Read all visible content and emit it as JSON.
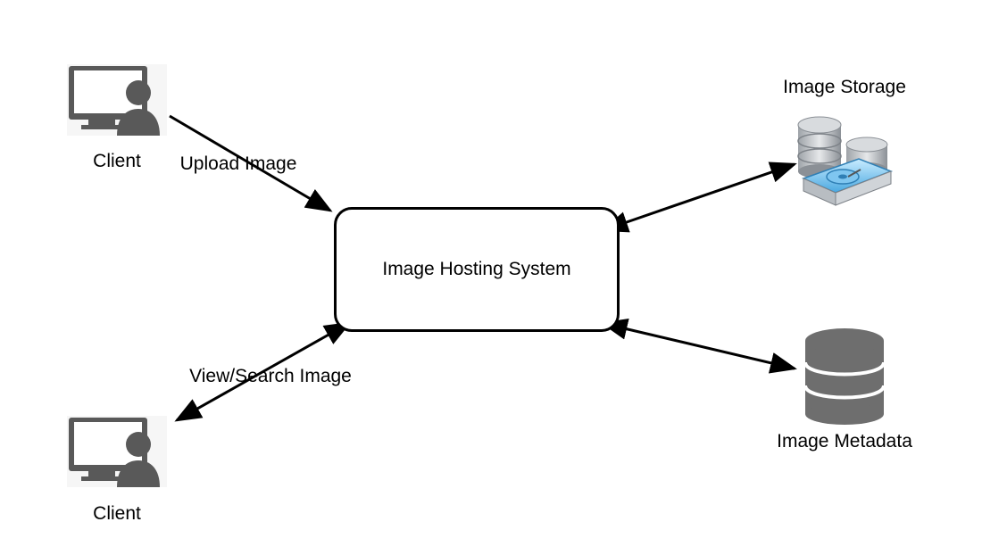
{
  "diagram": {
    "hub": {
      "label": "Image Hosting System"
    },
    "clients": [
      {
        "label": "Client",
        "icon": "client-computer-icon"
      },
      {
        "label": "Client",
        "icon": "client-computer-icon"
      }
    ],
    "stores": {
      "storage": {
        "label": "Image Storage",
        "icon": "storage-drives-icon"
      },
      "metadata": {
        "label": "Image Metadata",
        "icon": "database-icon"
      }
    },
    "edges": {
      "upload": {
        "label": "Upload Image",
        "direction": "one-way"
      },
      "view_search": {
        "label": "View/Search Image",
        "direction": "two-way"
      },
      "storage_link": {
        "label": "",
        "direction": "two-way"
      },
      "metadata_link": {
        "label": "",
        "direction": "two-way"
      }
    },
    "colors": {
      "line": "#000000",
      "icon_gray": "#595959",
      "background": "#ffffff"
    }
  }
}
